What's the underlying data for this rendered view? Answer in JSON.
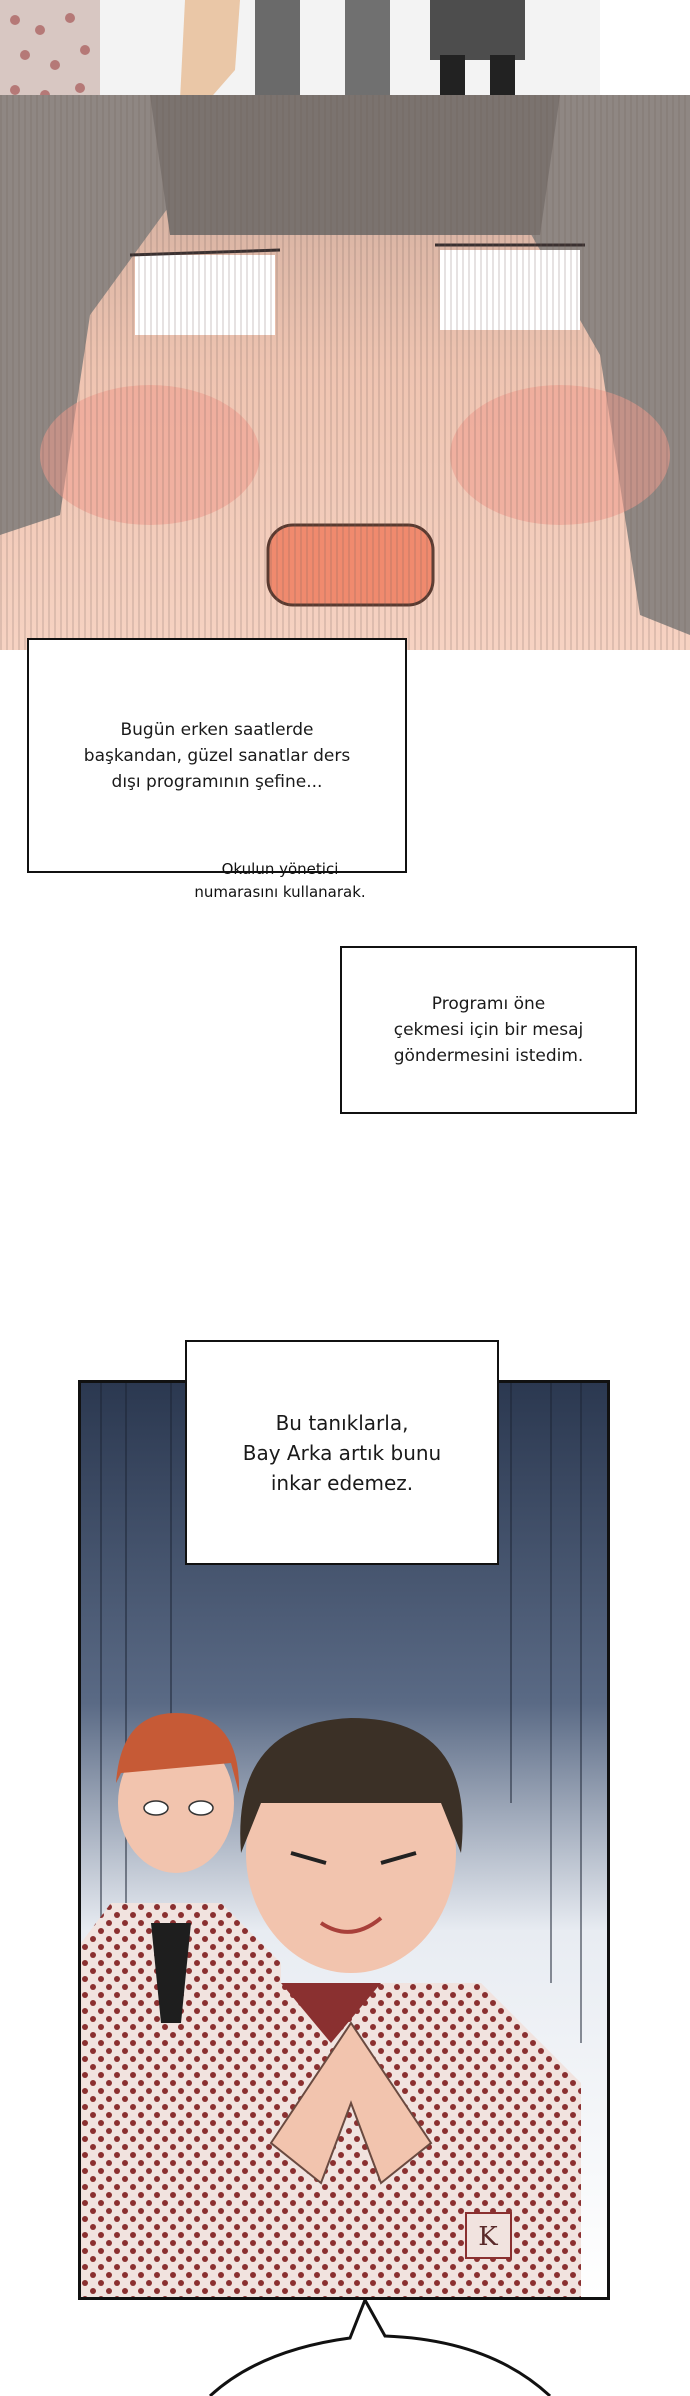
{
  "captions": {
    "narration_1": "Bugün erken saatlerde\nbaşkandan, güzel sanatlar ders\ndışı programının şefine...",
    "aside": "Okulun yönetici\nnumarasını kullanarak.",
    "narration_2": "Programı öne\nçekmesi için bir mesaj\ngöndermesini istedim.",
    "narration_3": "Bu tanıklarla,\nBay Arka artık bunu\ninkar edemez."
  },
  "colors": {
    "skin": "#f2c4ae",
    "blush": "#ee9a8c",
    "hair_grey": "#8c8580",
    "mouth": "#f08a6e",
    "uniform_red": "#8a3030",
    "dark_hair": "#3b3026",
    "red_hair": "#c65a36",
    "night_blue": "#2c3a52"
  },
  "icons": {
    "k_badge": "K"
  }
}
